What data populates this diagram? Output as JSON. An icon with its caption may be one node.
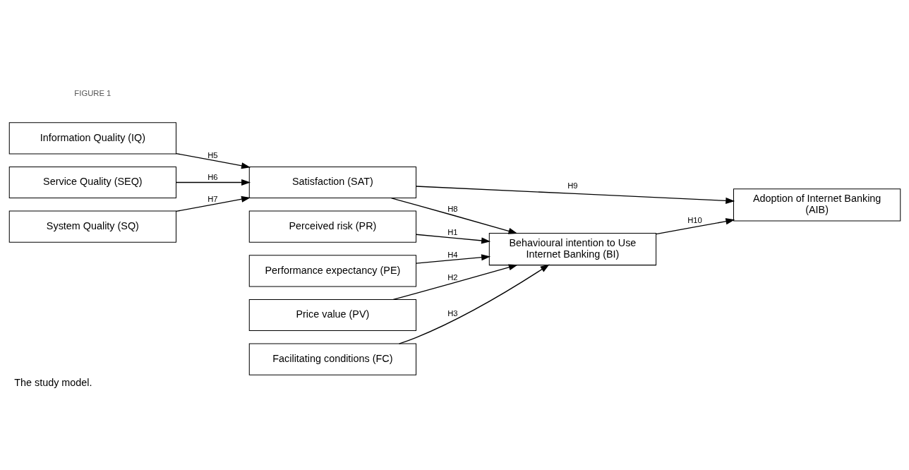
{
  "diagram": {
    "caption": "The study model.",
    "nodes": [
      {
        "text": [
          "Perceived risk (PR)"
        ]
      },
      {
        "text": [
          "Price value (PV)"
        ]
      },
      {
        "text": [
          "Facilitating conditions (FC)"
        ]
      },
      {
        "text": [
          "Performance expectancy (PE)"
        ]
      },
      {
        "text": [
          "Information Quality (IQ)"
        ]
      },
      {
        "text": [
          "Service Quality (SEQ)"
        ]
      },
      {
        "text": [
          "System Quality (SQ)"
        ]
      },
      {
        "text": [
          "Behavioural intention to Use Internet Banking (BI)"
        ]
      },
      {
        "text": [
          "Adoption of Internet Banking (AIB)"
        ]
      },
      {
        "text": [
          "Satisfaction (SAT)"
        ]
      }
    ],
    "edges": [
      {
        "from": 0,
        "to": 7,
        "arrow": "to",
        "label": "H1"
      },
      {
        "from": 1,
        "to": 7,
        "arrow": "to",
        "label": "H2"
      },
      {
        "from": 2,
        "to": 7,
        "arrow": "to",
        "label": "H3"
      },
      {
        "from": 3,
        "to": 7,
        "arrow": "to",
        "label": "H4"
      },
      {
        "from": 4,
        "to": 9,
        "arrow": "to",
        "label": "H5"
      },
      {
        "from": 5,
        "to": 9,
        "arrow": "to",
        "label": "H6"
      },
      {
        "from": 6,
        "to": 9,
        "arrow": "to",
        "label": "H7"
      },
      {
        "from": 9,
        "to": 7,
        "arrow": "to",
        "label": "H8"
      },
      {
        "from": 9,
        "to": 8,
        "arrow": "to",
        "label": "H9"
      },
      {
        "from": 7,
        "to": 8,
        "arrow": "to",
        "label": "H10"
      }
    ],
    "labels": [
      "FIGURE 1"
    ]
  }
}
